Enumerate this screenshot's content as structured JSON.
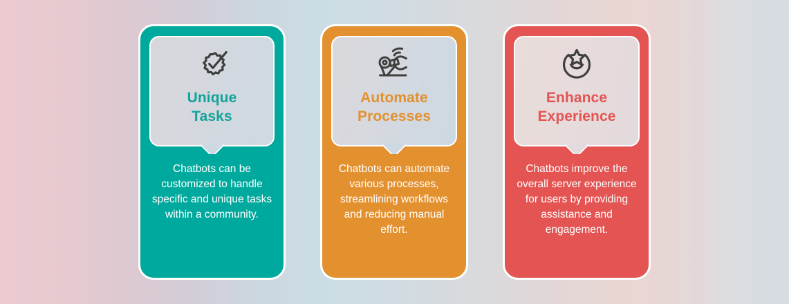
{
  "background": {
    "gradient_stops": [
      "#eccbd0",
      "#cbdbe4",
      "#d0dce2",
      "#e9d6d3",
      "#d5dce2"
    ]
  },
  "cards": [
    {
      "id": "unique-tasks",
      "icon": "gear-check-icon",
      "title_line1": "Unique",
      "title_line2": "Tasks",
      "accent_color": "#00a99d",
      "title_color": "#12a39a",
      "body": "Chatbots can be customized to handle specific and unique tasks within a community."
    },
    {
      "id": "automate-processes",
      "icon": "robotic-arm-icon",
      "title_line1": "Automate",
      "title_line2": "Processes",
      "accent_color": "#e3902f",
      "title_color": "#e3902f",
      "body": "Chatbots can automate various processes, streamlining workflows and reducing manual effort."
    },
    {
      "id": "enhance-experience",
      "icon": "star-circle-icon",
      "title_line1": "Enhance",
      "title_line2": "Experience",
      "accent_color": "#e35452",
      "title_color": "#e35452",
      "body": "Chatbots improve the overall server experience for users by providing assistance and engagement."
    }
  ]
}
